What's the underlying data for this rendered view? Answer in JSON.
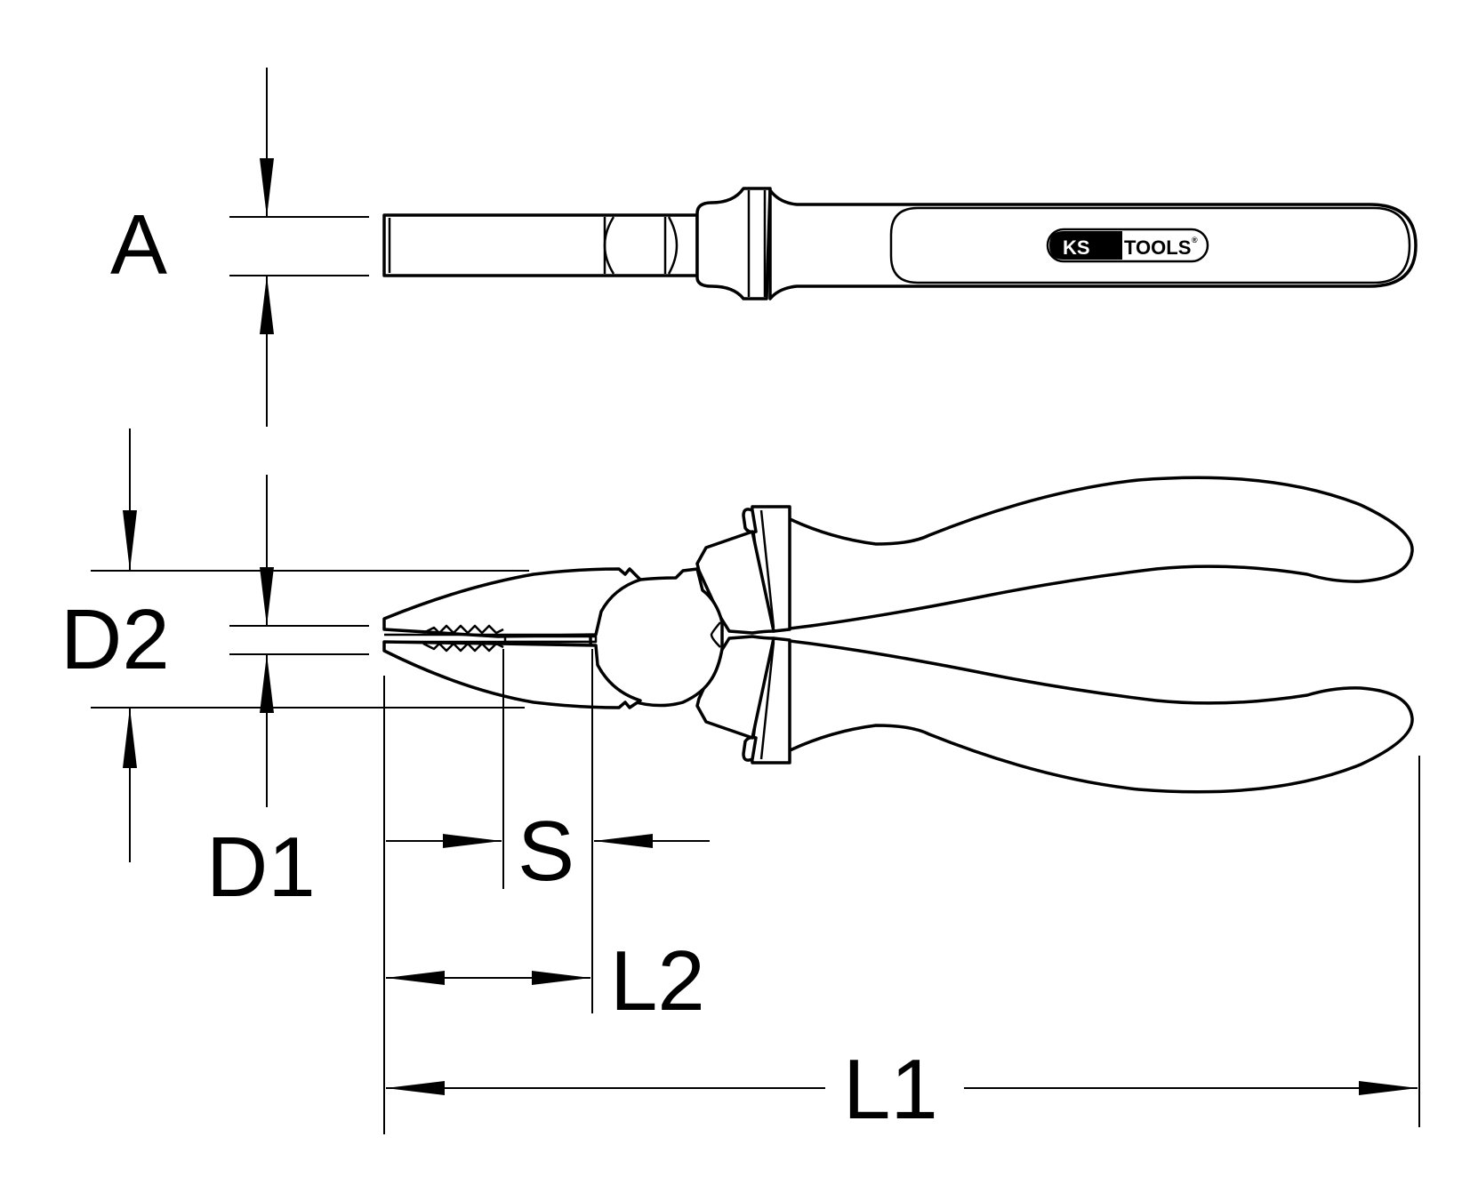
{
  "labels": {
    "A": "A",
    "D2": "D2",
    "D1": "D1",
    "S": "S",
    "L2": "L2",
    "L1": "L1"
  },
  "logo": {
    "prefix": "KS",
    "suffix": "TOOLS",
    "mark": "®"
  }
}
